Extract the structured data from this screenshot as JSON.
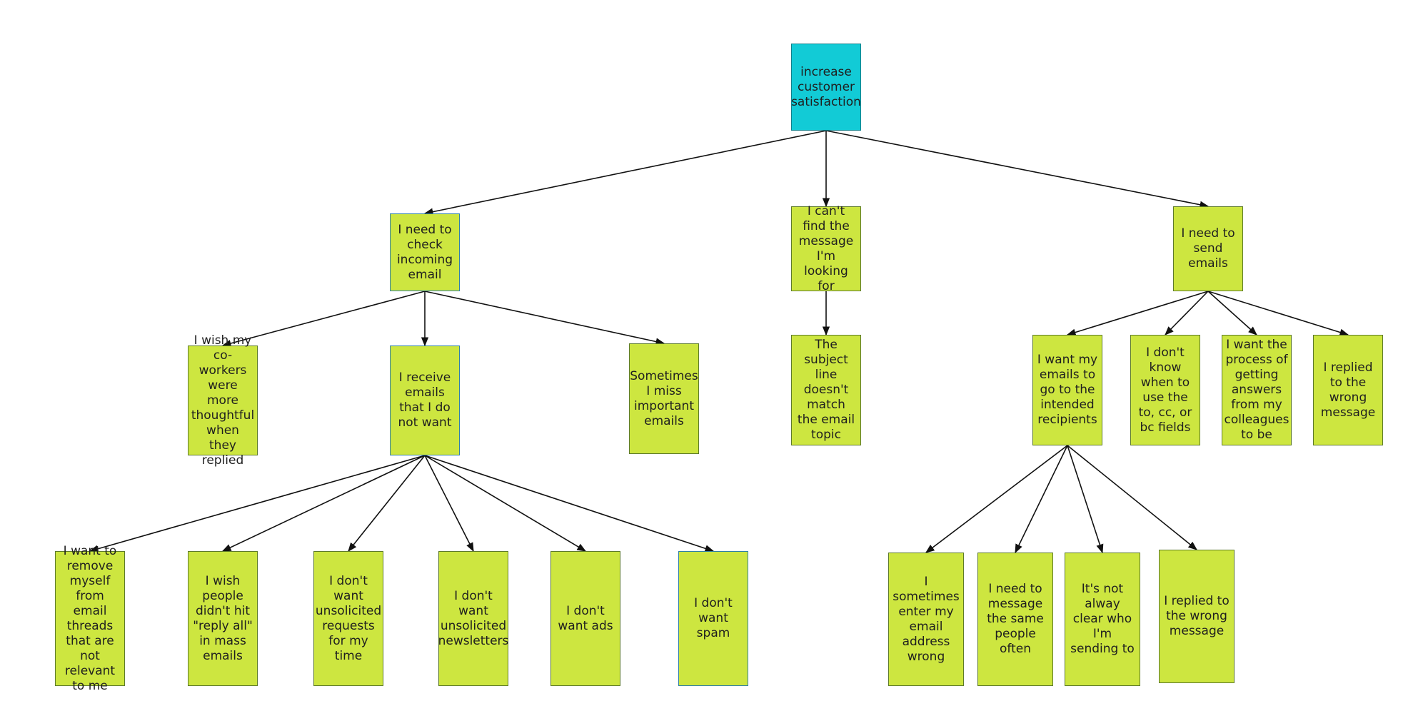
{
  "colors": {
    "root_fill": "#12cbd6",
    "node_fill": "#cde640",
    "node_border": "#5d7a2a",
    "edge": "#111111"
  },
  "nodes": {
    "root": "increase customer satisfaction",
    "check_incoming": "I need to check incoming email",
    "cant_find": "I can't find the message I'm looking for",
    "send_emails": "I need to send emails",
    "coworkers_thoughtful": "I wish my co-workers were more thoughtful when they replied",
    "receive_unwanted": "I receive emails that I do not want",
    "miss_important": "Sometimes I miss important emails",
    "subject_line": "The subject line doesn't match the email topic",
    "intended_recipients": "I want my emails to go to the intended recipients",
    "to_cc_bc": "I don't know when to use the to, cc, or bc fields",
    "process_answers": "I want the process of getting answers from my colleagues to be",
    "replied_wrong_1": "I replied to the wrong message",
    "remove_threads": "I want to remove myself from email threads that are not relevant to me",
    "reply_all": "I wish people didn't hit \"reply all\" in mass emails",
    "unsolicited_requests": "I don't want unsolicited requests for my time",
    "unsolicited_newsletters": "I don't want unsolicited newsletters",
    "no_ads": "I don't want ads",
    "no_spam": "I don't want spam",
    "wrong_address": "I sometimes enter my email address wrong",
    "same_people": "I need to message the same people often",
    "not_clear": "It's not alway clear who I'm sending to",
    "replied_wrong_2": "I replied to the wrong message"
  }
}
